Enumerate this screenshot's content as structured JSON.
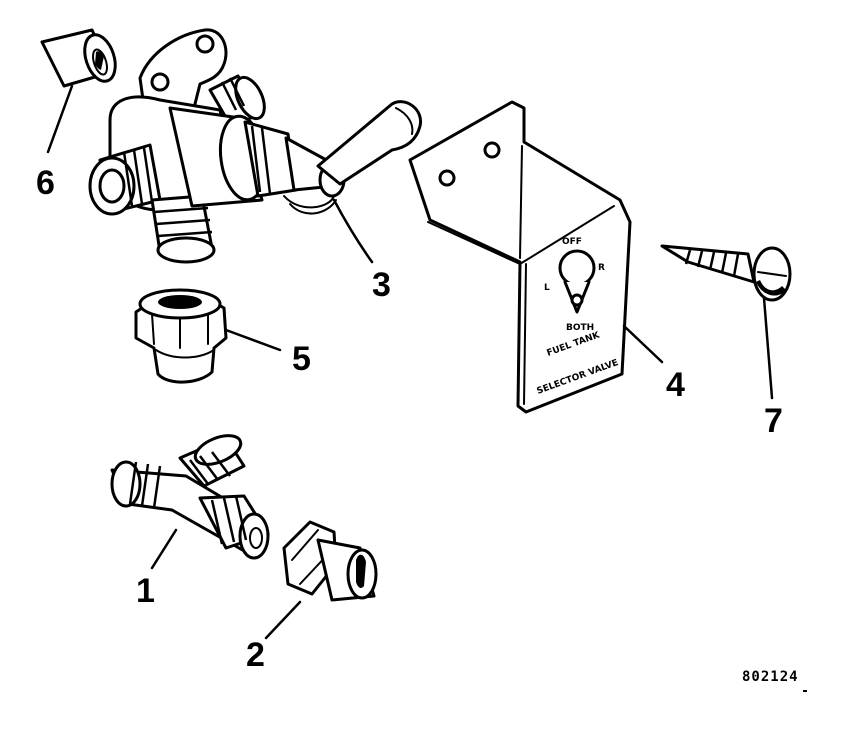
{
  "callouts": {
    "c1": "1",
    "c2": "2",
    "c3": "3",
    "c4": "4",
    "c5": "5",
    "c6": "6",
    "c7": "7"
  },
  "drawing_code": "802124",
  "plate": {
    "off": "OFF",
    "left": "L",
    "right": "R",
    "both": "BOTH",
    "line1": "FUEL TANK",
    "line2": "SELECTOR VALVE"
  }
}
